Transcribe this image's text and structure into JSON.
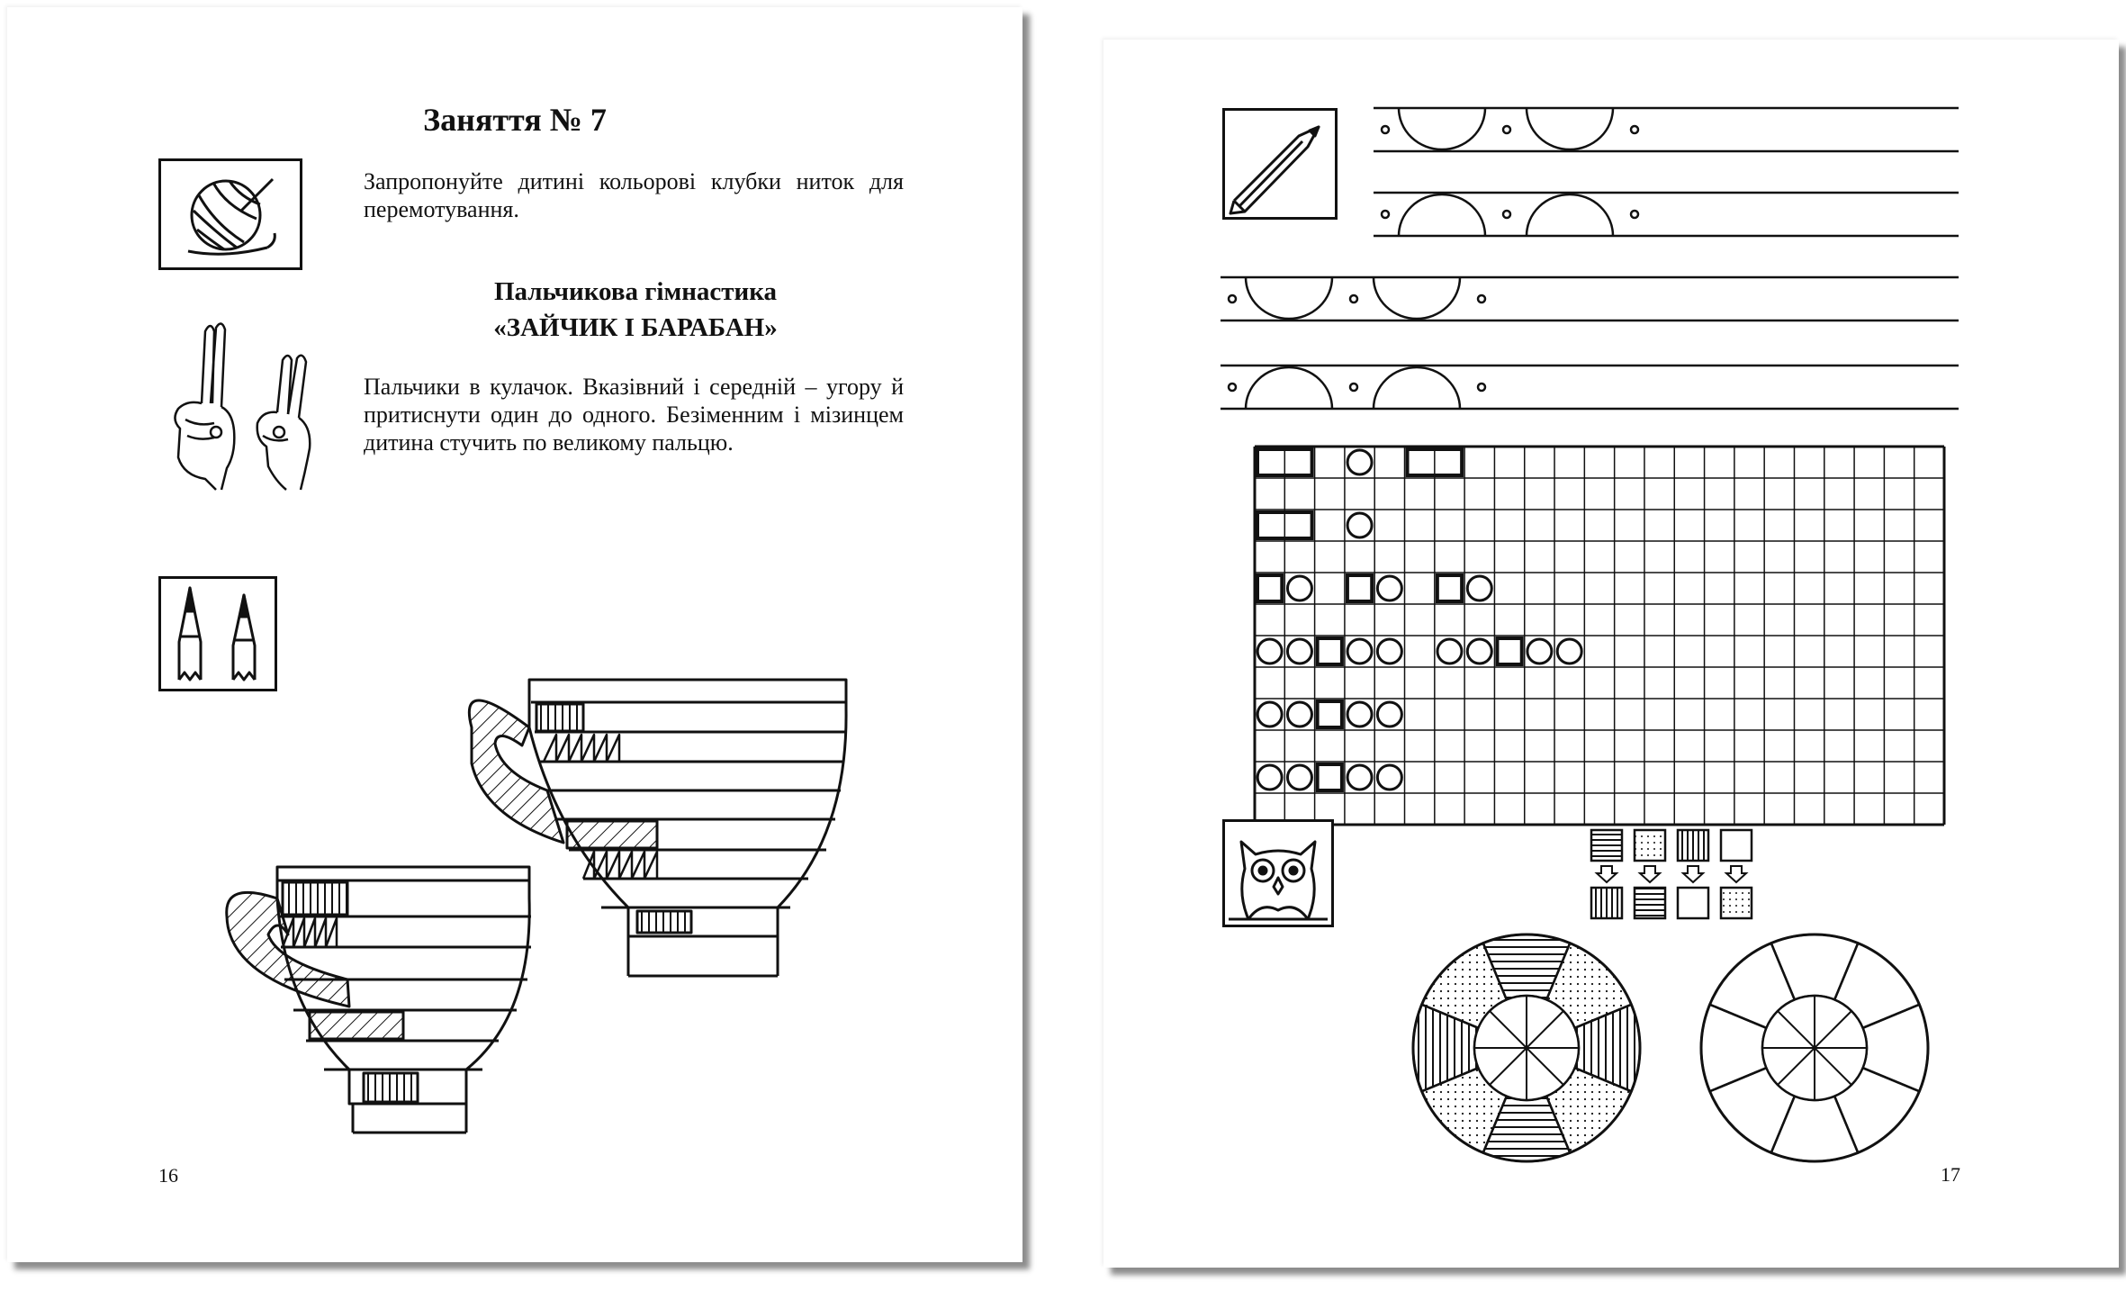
{
  "left_page": {
    "lesson_title": "Заняття № 7",
    "intro_text": "Запропонуйте дитині кольорові клубки ниток для перемотування.",
    "gymnastics_heading": "Пальчикова гімнастика",
    "gymnastics_name": "«ЗАЙЧИК І БАРАБАН»",
    "gymnastics_text": "Пальчики в кулачок. Вказівний і середній – угору й притиснути один до одного. Безіменним і мізинцем дитина стучить по великому пальцю.",
    "page_number": "16",
    "icons": [
      "yarn-ball-icon",
      "hands-bunny-gesture-icon",
      "two-pencils-icon"
    ],
    "illustration": "striped-cups-coloring"
  },
  "right_page": {
    "page_number": "17",
    "icons": [
      "pencil-icon",
      "owl-icon"
    ],
    "grid": {
      "columns": 23,
      "rows": 12
    },
    "pattern_rows": [
      {
        "row": 0,
        "pattern": "rect-circle-rect"
      },
      {
        "row": 2,
        "pattern": "rect-circle"
      },
      {
        "row": 4,
        "pattern": "square-circle x3"
      },
      {
        "row": 6,
        "pattern": "circle-circle-square-circle-circle x2"
      },
      {
        "row": 8,
        "pattern": "circle-circle-square-circle-circle"
      },
      {
        "row": 10,
        "pattern": "circle-circle-square-circle-circle"
      }
    ],
    "legend_map": [
      {
        "from": "horizontal-lines",
        "to": "vertical-lines"
      },
      {
        "from": "dots",
        "to": "horizontal-lines"
      },
      {
        "from": "vertical-lines",
        "to": "blank"
      },
      {
        "from": "blank",
        "to": "dots"
      }
    ]
  }
}
